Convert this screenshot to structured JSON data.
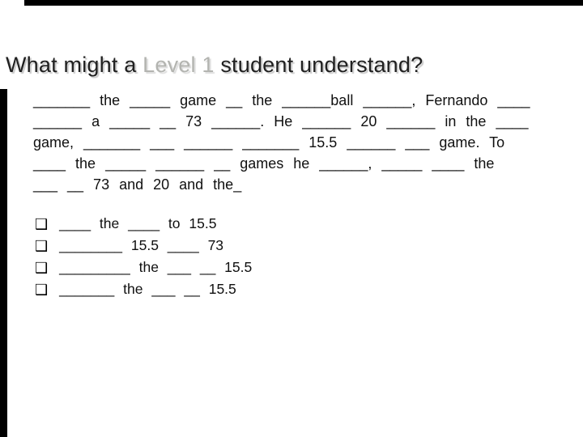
{
  "slide": {
    "title": {
      "prefix": "What might a ",
      "highlight": "Level 1",
      "suffix": " student understand?"
    },
    "paragraph": {
      "lines": [
        "_______ the _____ game __ the ______ball ______, Fernando ____",
        "______ a _____ __ 73 ______. He ______ 20 ______ in the ____",
        "game, _______ ___ ______ _______ 15.5 ______ ___ game. To",
        "____ the _____ ______ __ games he ______, _____ ____ the",
        "___ __ 73 and 20 and the_"
      ]
    },
    "bullets": {
      "checkbox_glyph": "❑",
      "items": [
        {
          "text": "____ the ____ to 15.5"
        },
        {
          "text": "________ 15.5 ____ 73"
        },
        {
          "text": "_________ the ___ __ 15.5"
        },
        {
          "text": "_______ the ___ __ 15.5"
        }
      ]
    },
    "colors": {
      "title_text": "#202020",
      "title_highlight": "#b3b4b0",
      "body_text": "#101010",
      "frame_bar": "#000000",
      "background": "#ffffff"
    }
  }
}
